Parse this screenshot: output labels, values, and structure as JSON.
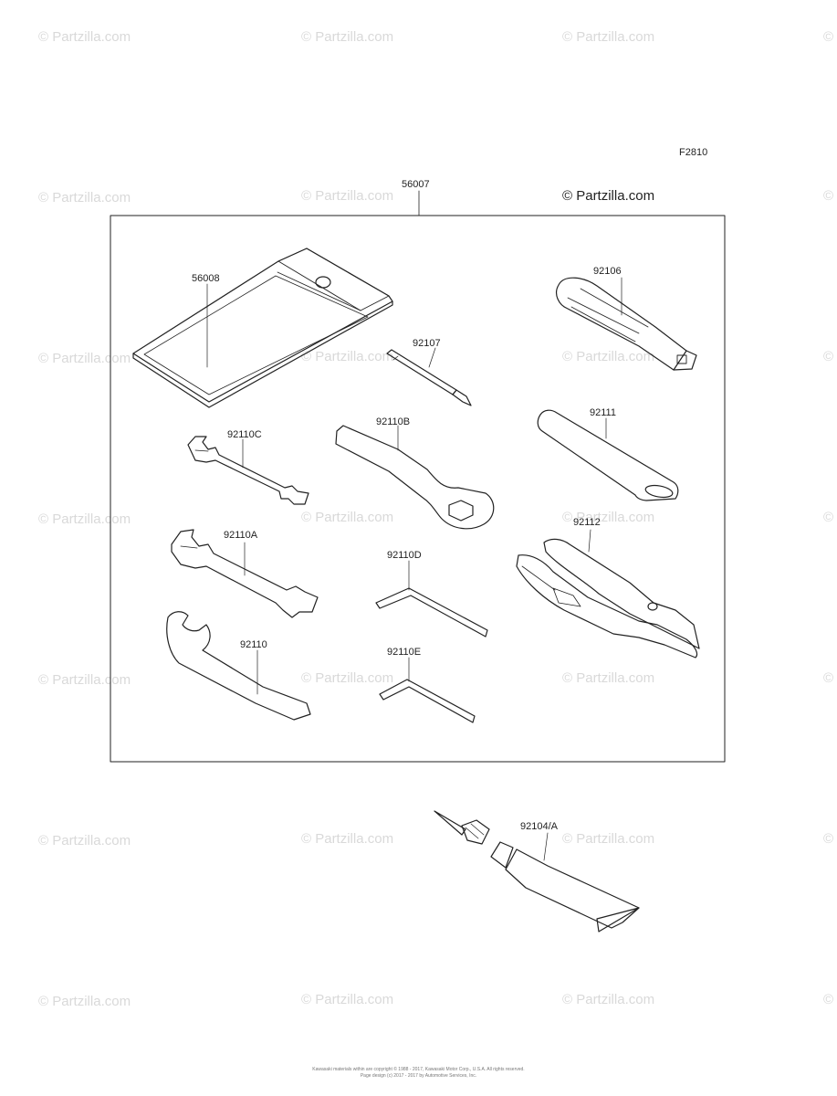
{
  "figure_code": "F2810",
  "brand_mark": "© Partzilla.com",
  "watermark_text": "© Partzilla.com",
  "footer": {
    "line1": "Kawasaki materials within are copyright © 1988 - 2017, Kawasaki Motor Corp., U.S.A. All rights reserved.",
    "line2": "Page design (c) 2017 - 2017 by Automotive Services, Inc."
  },
  "parts": {
    "p56007": "56007",
    "p56008": "56008",
    "p92106": "92106",
    "p92107": "92107",
    "p92110C": "92110C",
    "p92110B": "92110B",
    "p92111": "92111",
    "p92110A": "92110A",
    "p92110D": "92110D",
    "p92112": "92112",
    "p92110": "92110",
    "p92110E": "92110E",
    "p92104A": "92104/A"
  }
}
